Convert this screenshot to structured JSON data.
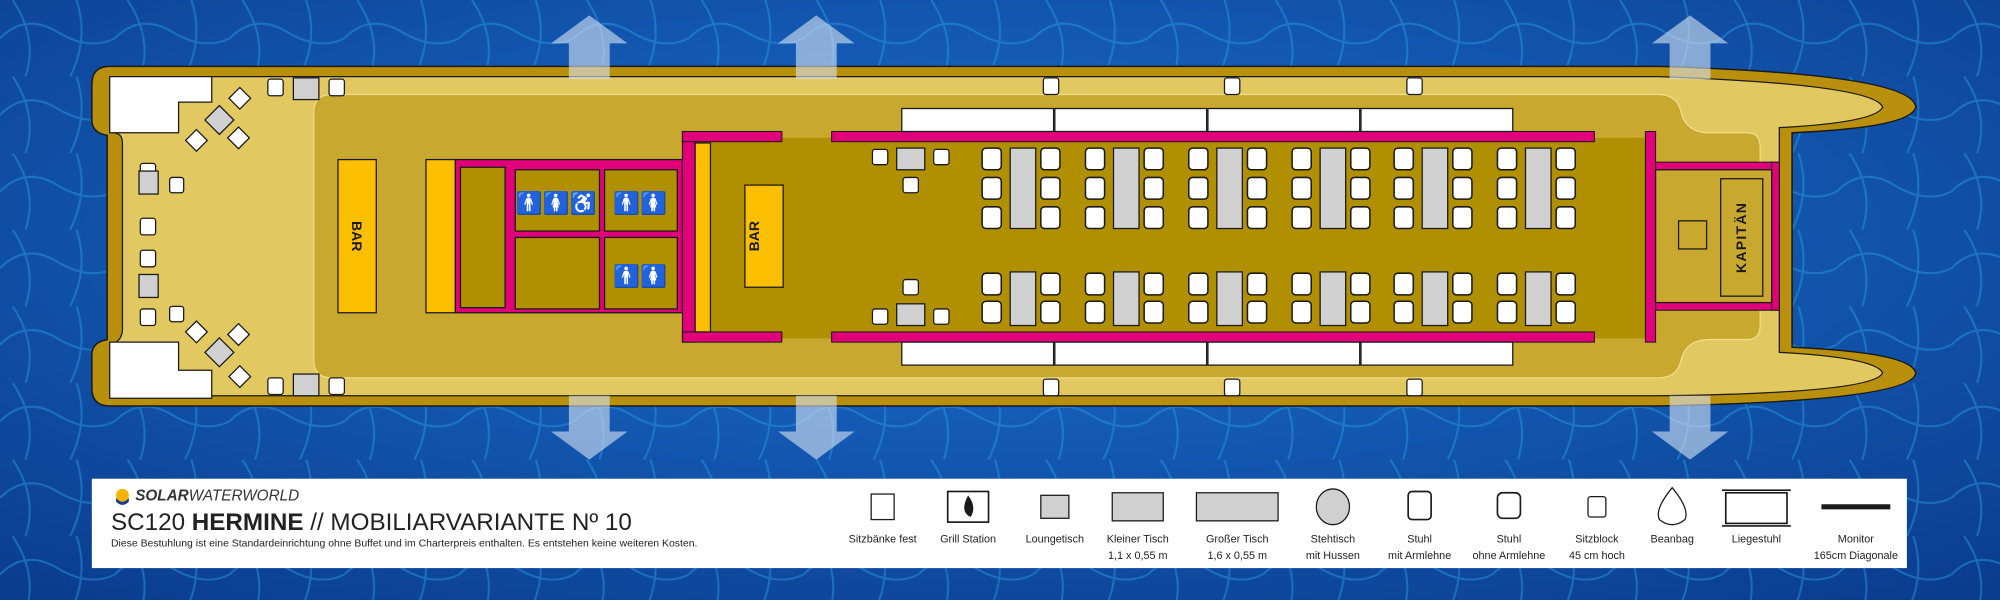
{
  "colors": {
    "water": "#0d4fa8",
    "hull": "#b8900e",
    "deck_light": "#e2c860",
    "deck_mid": "#c9a830",
    "deck_dark": "#b08f00",
    "wall": "#e2007a",
    "bar": "#fbbf00",
    "table": "#d0d0d0"
  },
  "deck": {
    "bar_left": "BAR",
    "bar_center": "BAR",
    "captain": "KAPITÄN",
    "toilet_icons": [
      "toilet-accessible-icon",
      "toilet-icon",
      "toilet-icon"
    ]
  },
  "legend": {
    "brand_bold": "SOLAR",
    "brand_light": "WATERWORLD",
    "title_model": "SC120",
    "title_name": "HERMINE",
    "title_sep": "//",
    "title_variant": "MOBILIARVARIANTE Nº 10",
    "description": "Diese Bestuhlung ist eine Standardeinrichtung ohne Buffet und im Charterpreis enthalten. Es entstehen keine weiteren Kosten.",
    "items": [
      {
        "icon": "bench-icon",
        "line1": "Sitzbänke fest",
        "line2": ""
      },
      {
        "icon": "grill-icon",
        "line1": "Grill Station",
        "line2": ""
      },
      {
        "icon": "lounge-table-icon",
        "line1": "Loungetisch",
        "line2": ""
      },
      {
        "icon": "small-table-icon",
        "line1": "Kleiner Tisch",
        "line2": "1,1 x 0,55 m"
      },
      {
        "icon": "large-table-icon",
        "line1": "Großer Tisch",
        "line2": "1,6 x 0,55 m"
      },
      {
        "icon": "standing-table-icon",
        "line1": "Stehtisch",
        "line2": "mit Hussen"
      },
      {
        "icon": "armchair-icon",
        "line1": "Stuhl",
        "line2": "mit Armlehne"
      },
      {
        "icon": "chair-icon",
        "line1": "Stuhl",
        "line2": "ohne Armlehne"
      },
      {
        "icon": "seat-block-icon",
        "line1": "Sitzblock",
        "line2": "45 cm hoch"
      },
      {
        "icon": "beanbag-icon",
        "line1": "Beanbag",
        "line2": ""
      },
      {
        "icon": "deckchair-icon",
        "line1": "Liegestuhl",
        "line2": ""
      },
      {
        "icon": "monitor-icon",
        "line1": "Monitor",
        "line2": "165cm Diagonale"
      }
    ]
  }
}
